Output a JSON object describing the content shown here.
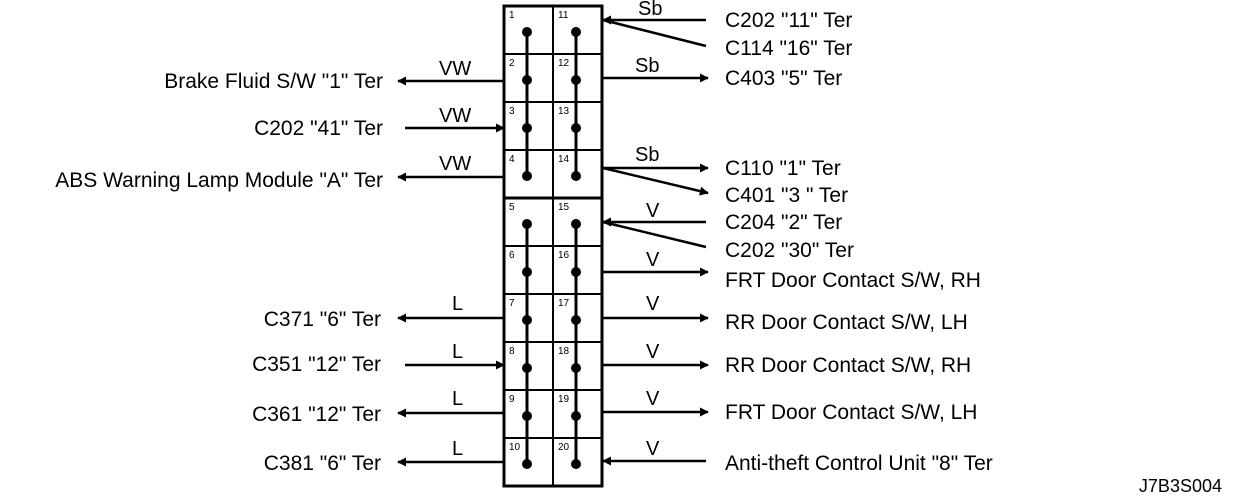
{
  "diagram": {
    "code": "J7B3S004",
    "connector": {
      "left_pins": [
        "1",
        "2",
        "3",
        "4",
        "5",
        "6",
        "7",
        "8",
        "9",
        "10"
      ],
      "right_pins": [
        "11",
        "12",
        "13",
        "14",
        "15",
        "16",
        "17",
        "18",
        "19",
        "20"
      ]
    },
    "left_connections": [
      {
        "pin": "2",
        "label": "Brake Fluid S/W  \"1\" Ter",
        "wire": "VW",
        "direction": "out"
      },
      {
        "pin": "3",
        "label": "C202  \"41\" Ter",
        "wire": "VW",
        "direction": "in"
      },
      {
        "pin": "4",
        "label": "ABS Warning Lamp Module \"A\" Ter",
        "wire": "VW",
        "direction": "out"
      },
      {
        "pin": "7",
        "label": "C371  \"6\" Ter",
        "wire": "L",
        "direction": "out"
      },
      {
        "pin": "8",
        "label": "C351  \"12\" Ter",
        "wire": "L",
        "direction": "in"
      },
      {
        "pin": "9",
        "label": "C361  \"12\" Ter",
        "wire": "L",
        "direction": "out"
      },
      {
        "pin": "10",
        "label": "C381  \"6\" Ter",
        "wire": "L",
        "direction": "out"
      }
    ],
    "right_connections": [
      {
        "pin": "11",
        "labels": [
          "C202  \"11\" Ter",
          "C114 \"16\" Ter"
        ],
        "wire": "Sb",
        "direction": "in"
      },
      {
        "pin": "12",
        "labels": [
          "C403  \"5\" Ter"
        ],
        "wire": "Sb",
        "direction": "out"
      },
      {
        "pin": "14",
        "labels": [
          "C110  \"1\" Ter",
          "C401  \"3 \" Ter"
        ],
        "wire": "Sb",
        "direction": "out"
      },
      {
        "pin": "15",
        "labels": [
          "C204  \"2\" Ter",
          "C202  \"30\" Ter"
        ],
        "wire": "V",
        "direction": "in"
      },
      {
        "pin": "16",
        "labels": [
          "FRT Door Contact S/W, RH"
        ],
        "wire": "V",
        "direction": "out"
      },
      {
        "pin": "17",
        "labels": [
          "RR Door  Contact S/W, LH"
        ],
        "wire": "V",
        "direction": "out"
      },
      {
        "pin": "18",
        "labels": [
          "RR Door Contact S/W, RH"
        ],
        "wire": "V",
        "direction": "out"
      },
      {
        "pin": "19",
        "labels": [
          "FRT Door  Contact S/W, LH"
        ],
        "wire": "V",
        "direction": "out"
      },
      {
        "pin": "20",
        "labels": [
          "Anti-theft Control Unit  \"8\" Ter"
        ],
        "wire": "V",
        "direction": "in"
      }
    ]
  }
}
